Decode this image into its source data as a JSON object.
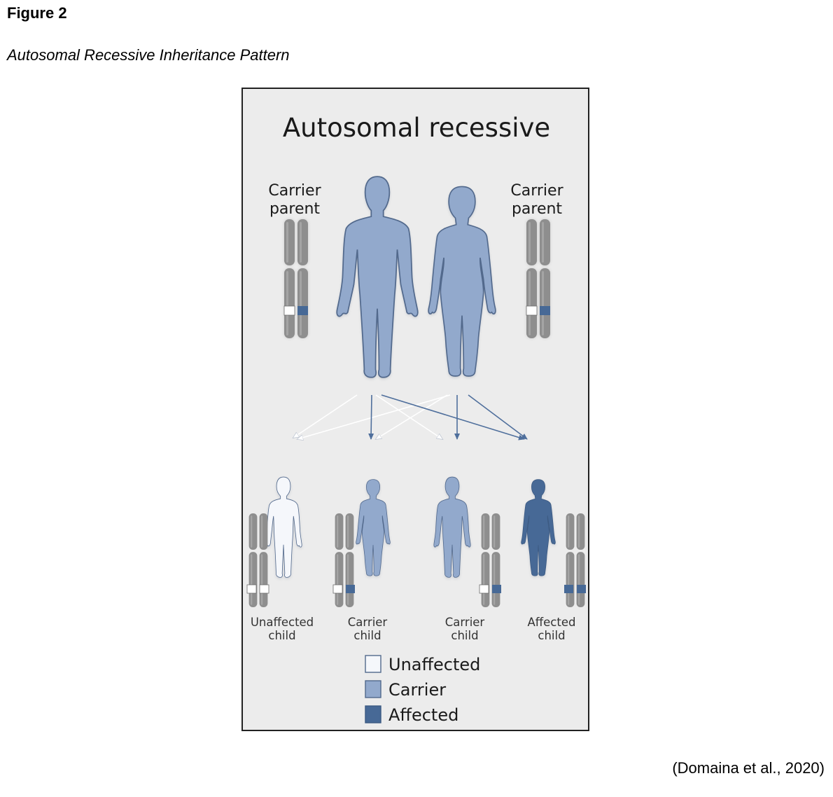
{
  "figure": {
    "label": "Figure 2",
    "caption": "Autosomal Recessive Inheritance Pattern",
    "citation": "(Domaina et al., 2020)"
  },
  "diagram": {
    "title": "Autosomal recessive",
    "parents": [
      {
        "line1": "Carrier",
        "line2": "parent",
        "status": "carrier",
        "alleles": [
          "unaffected",
          "affected"
        ]
      },
      {
        "line1": "Carrier",
        "line2": "parent",
        "status": "carrier",
        "alleles": [
          "unaffected",
          "affected"
        ]
      }
    ],
    "children": [
      {
        "line1": "Unaffected",
        "line2": "child",
        "status": "unaffected",
        "alleles": [
          "unaffected",
          "unaffected"
        ]
      },
      {
        "line1": "Carrier",
        "line2": "child",
        "status": "carrier",
        "alleles": [
          "unaffected",
          "affected"
        ]
      },
      {
        "line1": "Carrier",
        "line2": "child",
        "status": "carrier",
        "alleles": [
          "unaffected",
          "affected"
        ]
      },
      {
        "line1": "Affected",
        "line2": "child",
        "status": "affected",
        "alleles": [
          "affected",
          "affected"
        ]
      }
    ],
    "legend": [
      {
        "label": "Unaffected",
        "status": "unaffected"
      },
      {
        "label": "Carrier",
        "status": "carrier"
      },
      {
        "label": "Affected",
        "status": "affected"
      }
    ],
    "colors": {
      "unaffected": "#f5f7fb",
      "carrier": "#92a9cc",
      "affected": "#476996",
      "outline": "#52698c",
      "chromosome": "#8e8e8e",
      "panel_bg": "#ececec"
    }
  }
}
